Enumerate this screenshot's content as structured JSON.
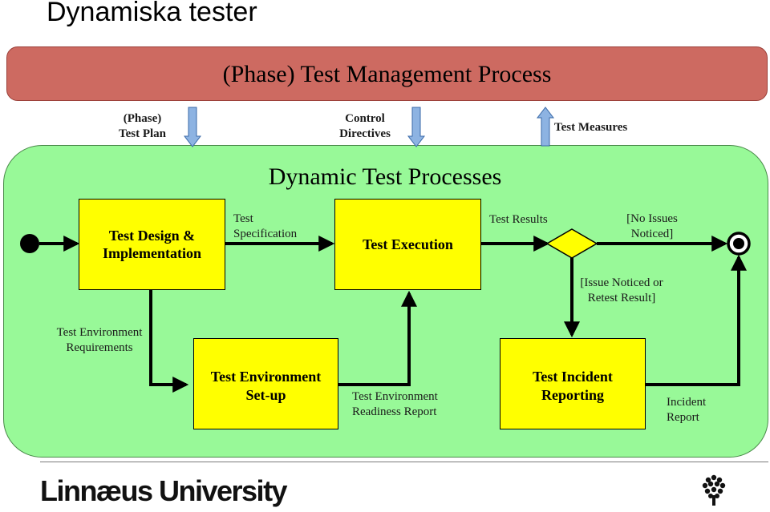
{
  "slide": {
    "title": "Dynamiska tester"
  },
  "management": {
    "label": "(Phase) Test Management Process"
  },
  "inputs": {
    "test_plan": "(Phase)\nTest Plan",
    "control_directives": "Control\nDirectives",
    "test_measures": "Test Measures"
  },
  "panel": {
    "title": "Dynamic Test Processes"
  },
  "boxes": {
    "design": "Test Design &\nImplementation",
    "execution": "Test Execution",
    "environment": "Test Environment\nSet-up",
    "incident": "Test Incident\nReporting"
  },
  "labels": {
    "test_specification": "Test\nSpecification",
    "test_results": "Test Results",
    "no_issues": "[No Issues\nNoticed]",
    "issue_noticed": "[Issue Noticed or\nRetest Result]",
    "env_requirements": "Test Environment\nRequirements",
    "env_readiness": "Test Environment\nReadiness Report",
    "incident_report": "Incident\nReport"
  },
  "footer": {
    "university": "Linnæus University"
  },
  "colors": {
    "management_bar": "#cd6a61",
    "panel": "#98f998",
    "process_box": "#ffff00",
    "arrow_down": "#8db3e2"
  },
  "icons": {
    "logo": "tree-logo-icon"
  }
}
